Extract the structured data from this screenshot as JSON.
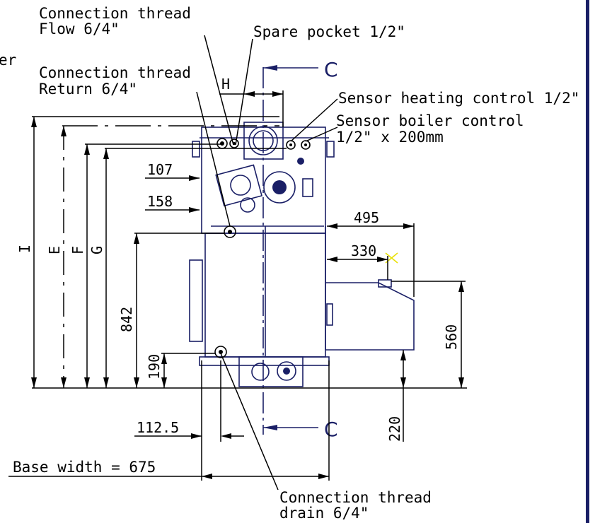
{
  "annotations": {
    "flow_line1": "Connection thread",
    "flow_line2": "Flow 6/4\"",
    "spare_pocket": "Spare pocket 1/2\"",
    "edge_fragment": "er",
    "return_line1": "Connection thread",
    "return_line2": "Return 6/4\"",
    "sensor_heating": "Sensor heating control 1/2\"",
    "sensor_boiler_line1": "Sensor boiler control",
    "sensor_boiler_line2": "1/2\" x 200mm",
    "drain_line1": "Connection thread",
    "drain_line2": "drain 6/4\"",
    "base_width": "Base width = 675"
  },
  "dimensions": {
    "d107": "107",
    "d158": "158",
    "d842": "842",
    "d190": "190",
    "d112_5": "112.5",
    "d495": "495",
    "d330": "330",
    "d560": "560",
    "d220": "220",
    "H": "H",
    "I": "I",
    "E": "E",
    "F": "F",
    "G": "G"
  },
  "section": {
    "top": "C",
    "bottom": "C"
  },
  "colors": {
    "ink": "#000000",
    "navy": "#1a1f66",
    "accent": "#e8e000"
  }
}
